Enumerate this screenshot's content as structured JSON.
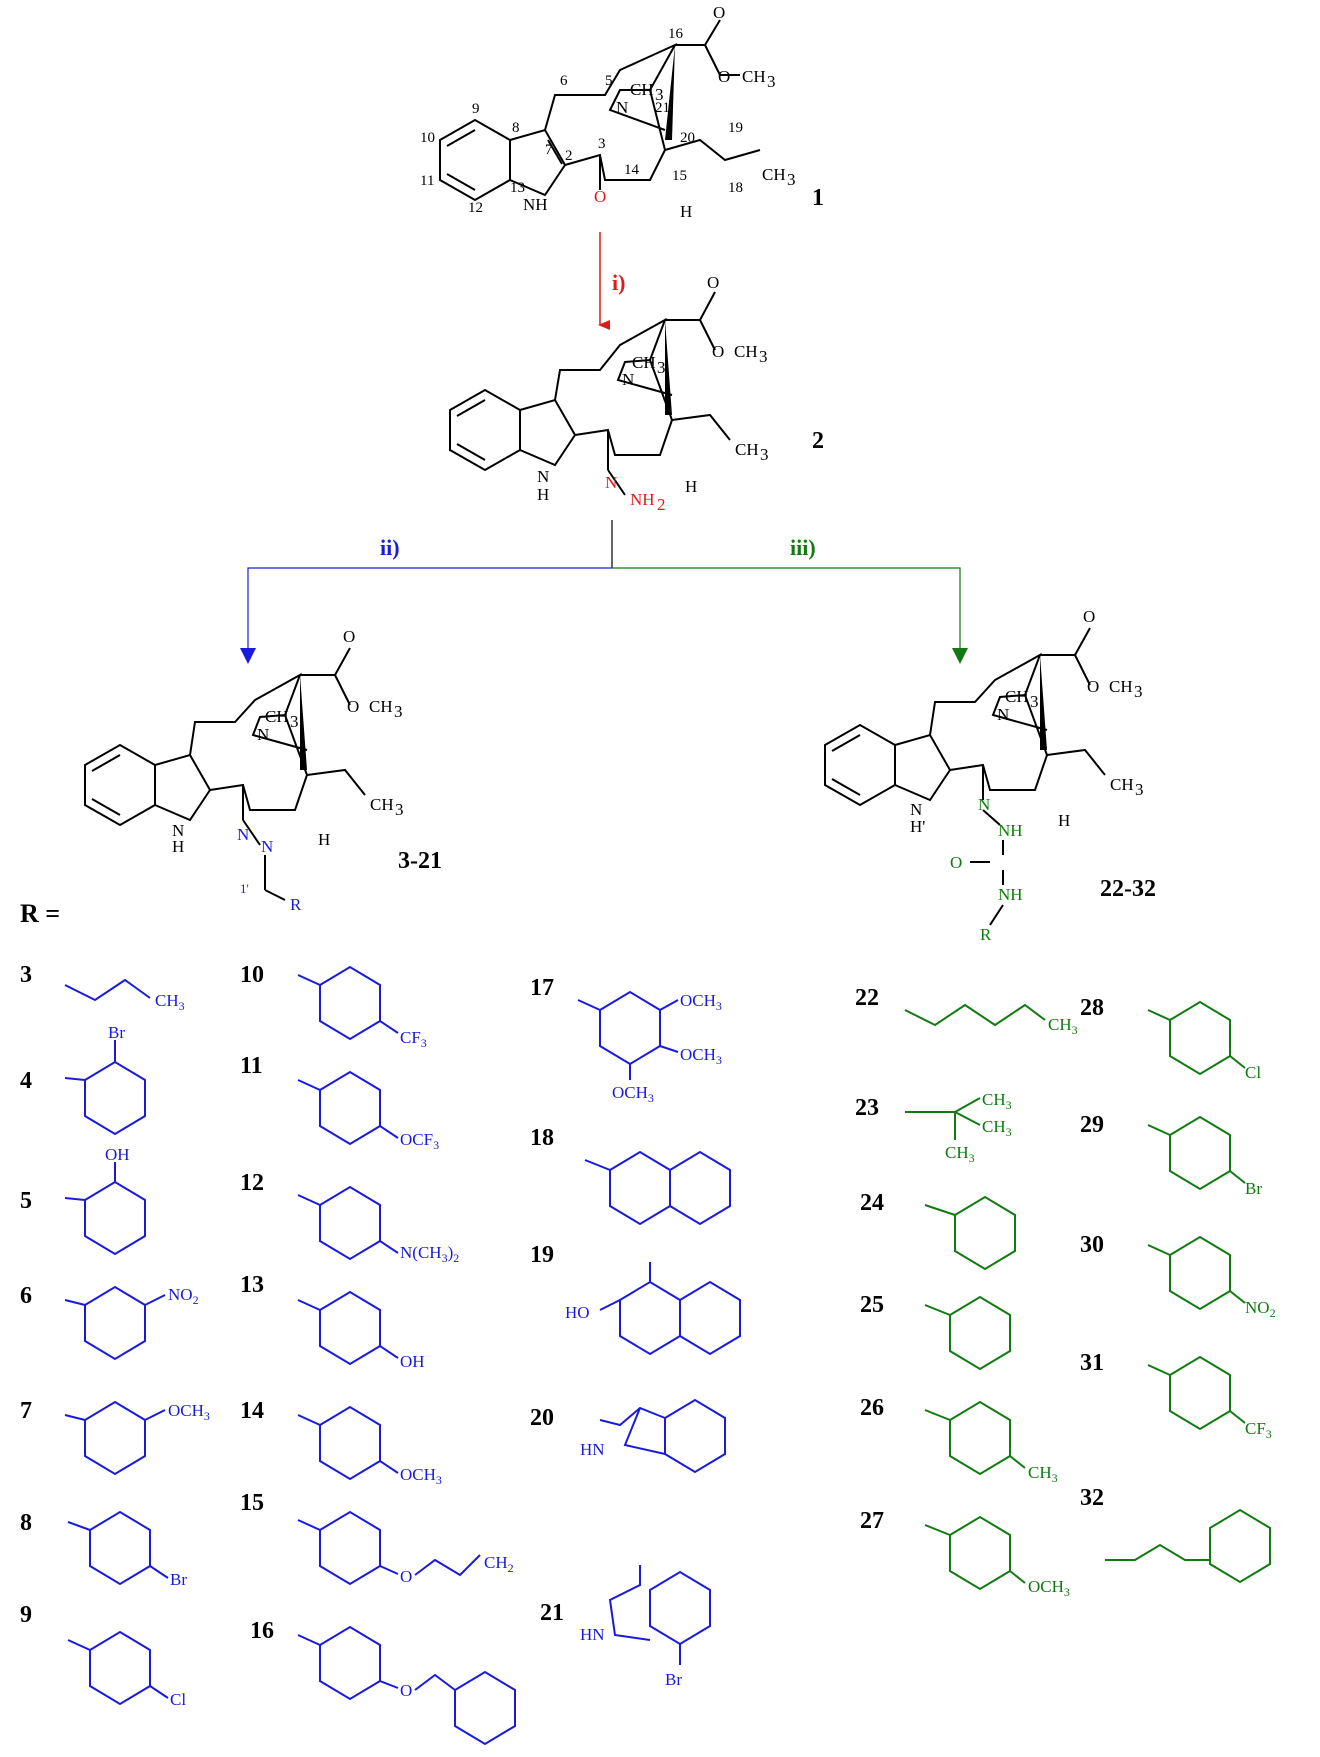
{
  "colors": {
    "step_i": "#e01b1b",
    "step_ii": "#1a1adc",
    "step_iii": "#117a11",
    "ink": "#000000"
  },
  "compounds": {
    "c1": "1",
    "c2": "2",
    "series_a": "3-21",
    "series_b": "22-32"
  },
  "steps": {
    "i": "i)",
    "ii": "ii)",
    "iii": "iii)"
  },
  "r_label": "R =",
  "parent_numbering": [
    "2",
    "3",
    "5",
    "6",
    "7",
    "8",
    "9",
    "10",
    "11",
    "12",
    "13",
    "14",
    "15",
    "16",
    "18",
    "19",
    "20",
    "21"
  ],
  "atoms": {
    "co_me": "O–CH3",
    "ch3": "CH3",
    "n": "N",
    "nh": "NH",
    "h": "H",
    "o": "O",
    "nh2": "NH2",
    "r": "R",
    "nprime": "H'"
  },
  "r_groups_blue": [
    {
      "id": "3",
      "sub": ""
    },
    {
      "id": "4",
      "sub": "Br"
    },
    {
      "id": "5",
      "sub": "OH"
    },
    {
      "id": "6",
      "sub": "NO2"
    },
    {
      "id": "7",
      "sub": "OCH3"
    },
    {
      "id": "8",
      "sub": "Br"
    },
    {
      "id": "9",
      "sub": "Cl"
    },
    {
      "id": "10",
      "sub": "CF3"
    },
    {
      "id": "11",
      "sub": "OCF3"
    },
    {
      "id": "12",
      "sub": "N(CH3)2"
    },
    {
      "id": "13",
      "sub": "OH"
    },
    {
      "id": "14",
      "sub": "OCH3"
    },
    {
      "id": "15",
      "sub": "O–CH2–CH=CH2"
    },
    {
      "id": "16",
      "sub": "OCH2Ph"
    },
    {
      "id": "17",
      "sub": "OCH3 ×3"
    },
    {
      "id": "18",
      "sub": ""
    },
    {
      "id": "19",
      "sub": "HO"
    },
    {
      "id": "20",
      "sub": "HN"
    },
    {
      "id": "21",
      "sub": "Br"
    }
  ],
  "r_groups_green": [
    {
      "id": "22",
      "sub": "CH3"
    },
    {
      "id": "23",
      "sub": "CH3"
    },
    {
      "id": "24",
      "sub": ""
    },
    {
      "id": "25",
      "sub": ""
    },
    {
      "id": "26",
      "sub": "CH3"
    },
    {
      "id": "27",
      "sub": "OCH3"
    },
    {
      "id": "28",
      "sub": "Cl"
    },
    {
      "id": "29",
      "sub": "Br"
    },
    {
      "id": "30",
      "sub": "NO2"
    },
    {
      "id": "31",
      "sub": "CF3"
    },
    {
      "id": "32",
      "sub": ""
    }
  ]
}
